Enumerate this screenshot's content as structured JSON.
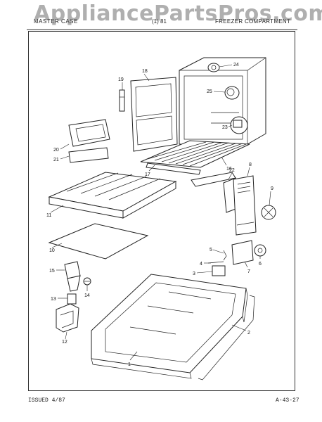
{
  "header": {
    "left": "MASTER CASE",
    "middle": "(1) 81",
    "right": "FREEZER COMPARTMENT"
  },
  "watermark": "AppliancePartsPros.com",
  "callouts": [
    "1",
    "2",
    "3",
    "4",
    "5",
    "6",
    "7",
    "8",
    "9",
    "10",
    "11",
    "12",
    "13",
    "14",
    "15",
    "16",
    "17",
    "18",
    "19",
    "20",
    "21",
    "22",
    "23",
    "24",
    "25"
  ],
  "footer": {
    "issued": "ISSUED 4/87",
    "page_code": "A-43-27"
  }
}
